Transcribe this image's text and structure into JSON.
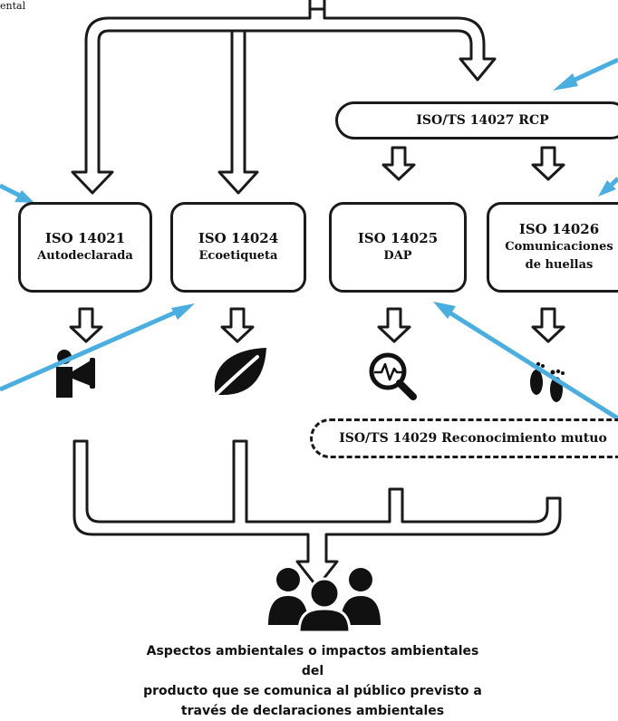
{
  "top_left_text": "ental",
  "rcp": "ISO/TS 14027 RCP",
  "boxes": {
    "b14021": {
      "line1": "ISO 14021",
      "line2": "Autodeclarada"
    },
    "b14024": {
      "line1": "ISO 14024",
      "line2": "Ecoetiqueta"
    },
    "b14025": {
      "line1": "ISO 14025",
      "line2": "DAP"
    },
    "b14026": {
      "line1": "ISO 14026",
      "line2": "Comunicaciones",
      "line3": "de huellas"
    }
  },
  "mutual": "ISO/TS 14029 Reconocimiento mutuo",
  "caption": {
    "line1": "Aspectos ambientales o impactos ambientales del",
    "line2": "producto que se comunica al público previsto a",
    "line3": "través de declaraciones ambientales"
  },
  "colors": {
    "line": "#1a1a1a",
    "pointer_arrow": "#4aaee0"
  },
  "icons": [
    "megaphone-icon",
    "leaf-icon",
    "magnifier-pulse-icon",
    "footprints-icon",
    "people-group-icon"
  ]
}
